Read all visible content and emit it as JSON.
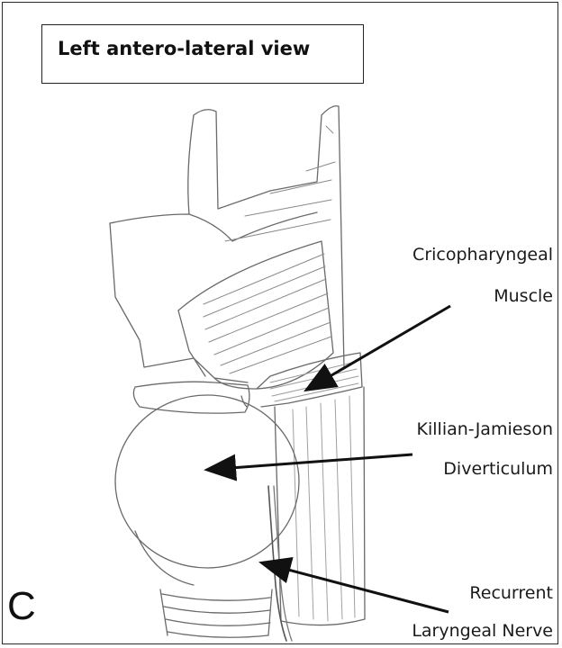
{
  "title": "Left antero-lateral view",
  "panel_letter": "C",
  "labels": {
    "cricopharyngeal_1": "Cricopharyngeal",
    "cricopharyngeal_2": "Muscle",
    "killian_1": "Killian-Jamieson",
    "killian_2": "Diverticulum",
    "recurrent_1": "Recurrent",
    "recurrent_2": "Laryngeal Nerve"
  },
  "colors": {
    "pencil": "#6a6a6a",
    "ink": "#111111"
  }
}
